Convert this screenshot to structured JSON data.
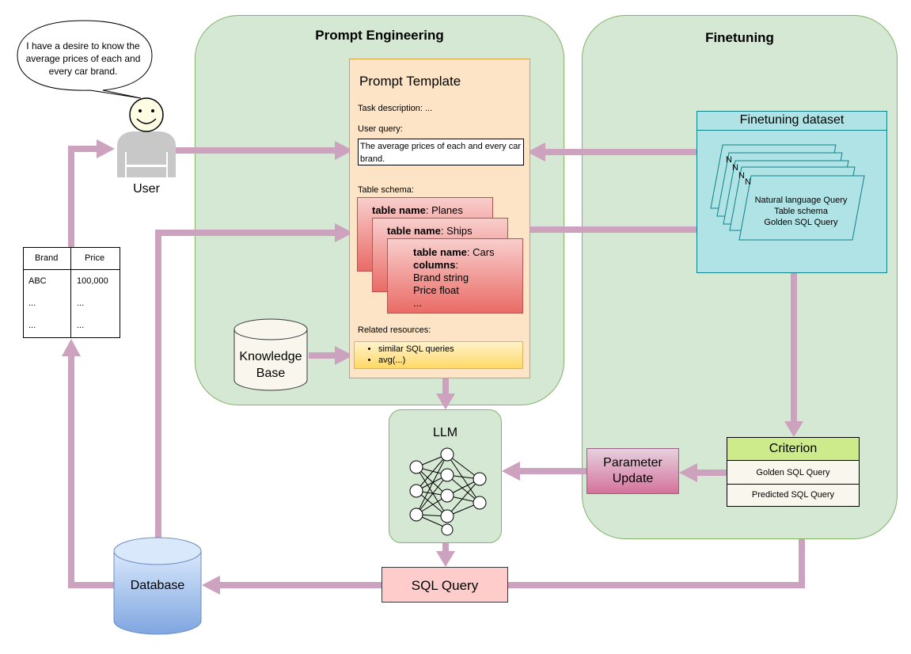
{
  "user": {
    "speech": "I have a desire to know the average prices of each and every car brand.",
    "label": "User"
  },
  "prompt_engineering": {
    "title": "Prompt Engineering",
    "template": {
      "title": "Prompt Template",
      "task_description": "Task description: ...",
      "user_query_label": "User query:",
      "user_query": "The average prices of each and every car brand.",
      "table_schema_label": "Table schema:",
      "tables": [
        {
          "name_label": "table name",
          "name": ": Planes"
        },
        {
          "name_label": "table name",
          "name": ": Ships"
        },
        {
          "name_label": "table name",
          "name": ": Cars",
          "columns_label": "columns",
          "columns_suffix": ":",
          "columns": [
            "Brand string",
            "Price float",
            "..."
          ]
        }
      ],
      "related_label": "Related resources:",
      "related": [
        "similar SQL queries",
        "avg(...)"
      ]
    },
    "knowledge_base": "Knowledge Base"
  },
  "finetuning": {
    "title": "Finetuning",
    "dataset_title": "Finetuning dataset",
    "card_letter": "N",
    "card_lines": [
      "Natural language Query",
      "Table schema",
      "Golden SQL Query"
    ],
    "criterion": {
      "title": "Criterion",
      "rows": [
        "Golden SQL Query",
        "Predicted SQL Query"
      ]
    },
    "parameter_update": "Parameter Update"
  },
  "llm": {
    "label": "LLM"
  },
  "sql_query": "SQL Query",
  "database": "Database",
  "result_table": {
    "headers": [
      "Brand",
      "Price"
    ],
    "rows": [
      [
        "ABC",
        "100,000"
      ],
      [
        "...",
        "..."
      ],
      [
        "...",
        "..."
      ]
    ]
  },
  "colors": {
    "arrow": "#cda2be",
    "panel": "#d5e8d4",
    "template": "#fde4c6",
    "dataset": "#b0e3e6",
    "schema_card": "#ea6b66",
    "criterion_header": "#cdeb8b",
    "database": "#7ea6e0"
  }
}
